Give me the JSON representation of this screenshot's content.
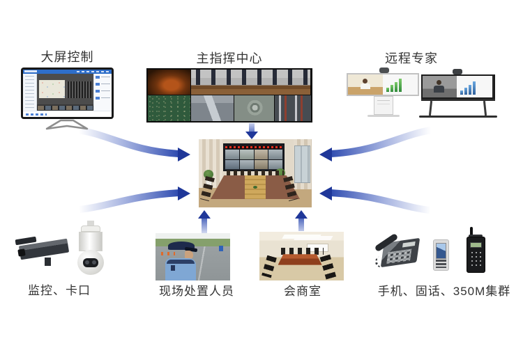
{
  "nodes": {
    "screen_control": {
      "label": "大屏控制"
    },
    "command_center": {
      "label": "主指挥中心"
    },
    "remote_experts": {
      "label": "远程专家"
    },
    "surveillance": {
      "label": "监控、卡口"
    },
    "field_personnel": {
      "label": "现场处置人员"
    },
    "consultation_room": {
      "label": "会商室"
    },
    "comm_devices": {
      "label": "手机、固话、350M集群"
    }
  },
  "colors": {
    "arrow_shaft": "#3a57bb",
    "arrow_head": "#1f3799",
    "label_text": "#333333",
    "background": "#ffffff"
  }
}
